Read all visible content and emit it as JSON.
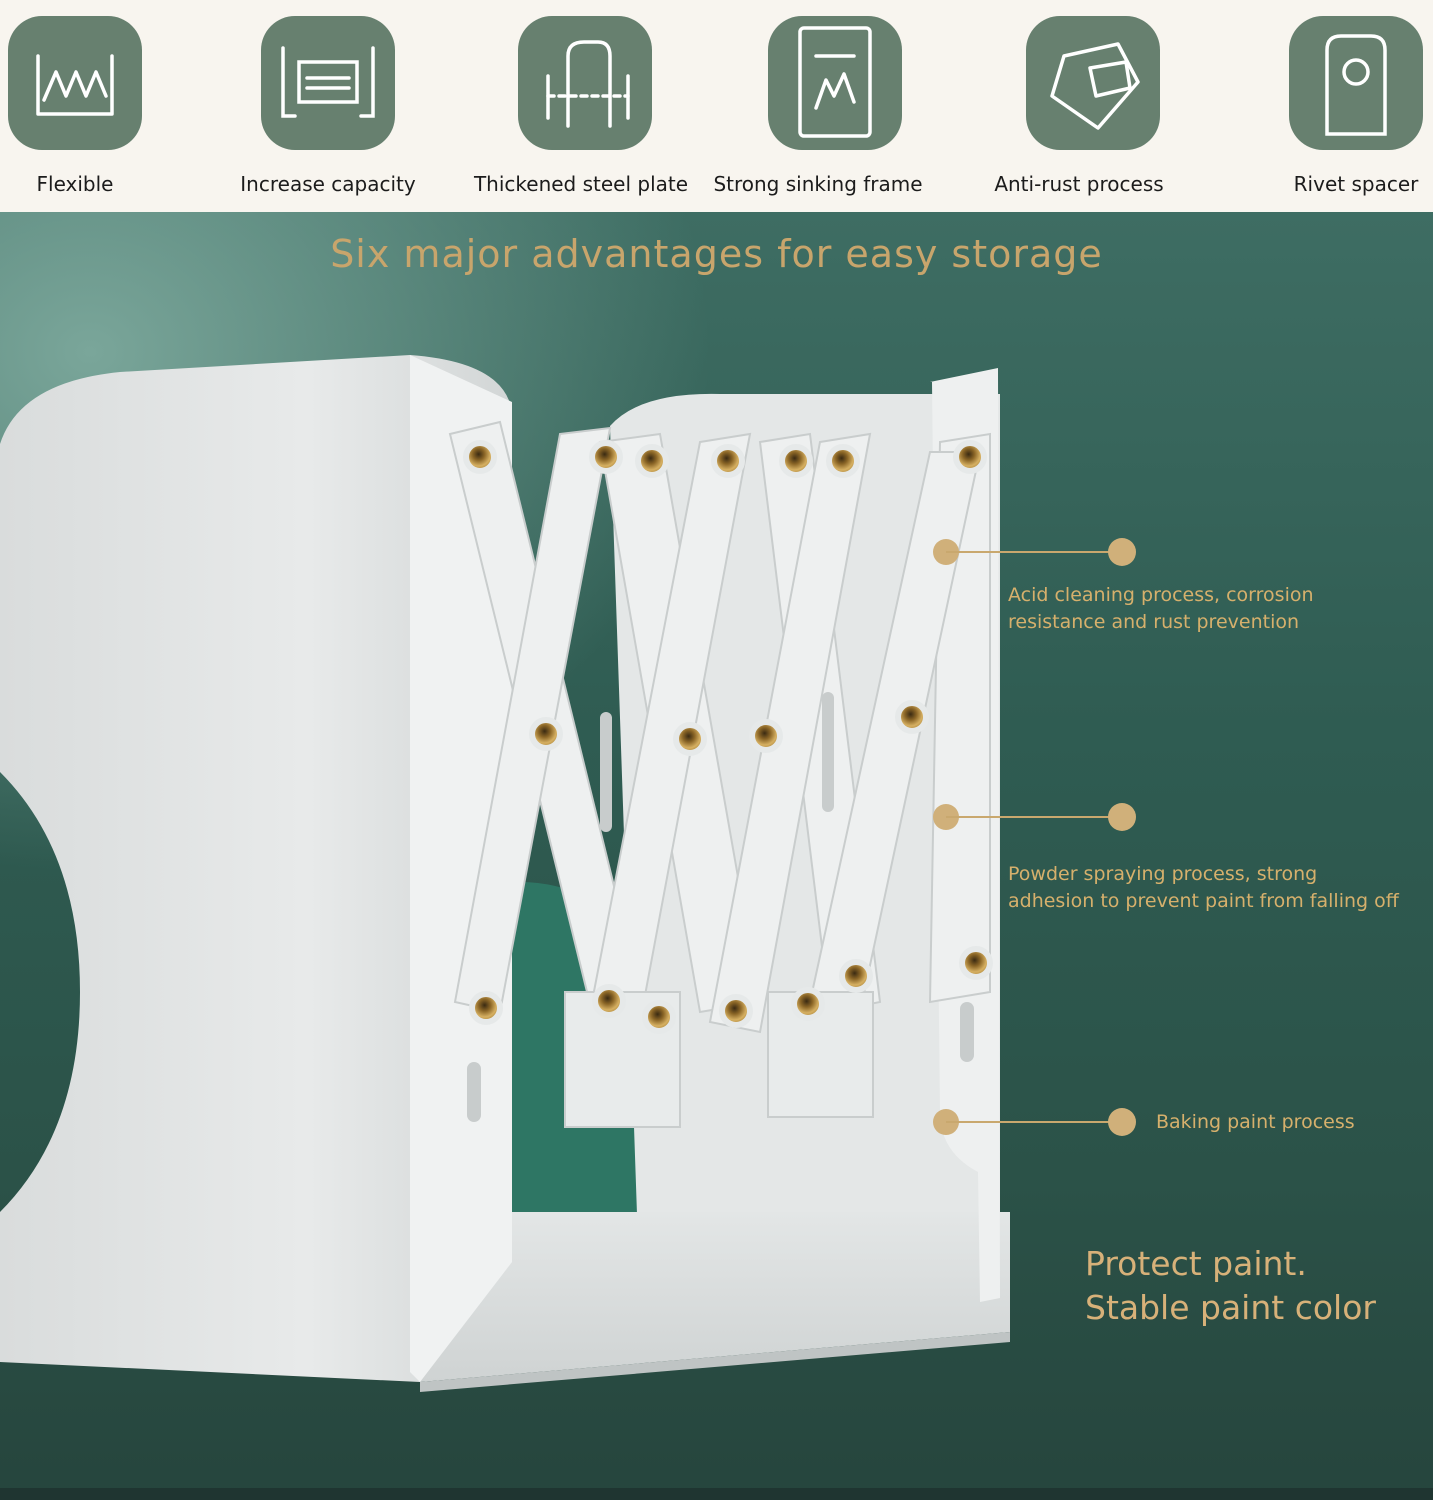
{
  "features": [
    {
      "icon": "flexible-zigzag-icon",
      "label": "Flexible"
    },
    {
      "icon": "capacity-lines-icon",
      "label": "Increase capacity"
    },
    {
      "icon": "steel-plate-icon",
      "label": "Thickened steel plate"
    },
    {
      "icon": "sinking-frame-icon",
      "label": "Strong sinking frame"
    },
    {
      "icon": "anti-rust-shield-icon",
      "label": "Anti-rust process"
    },
    {
      "icon": "rivet-spacer-icon",
      "label": "Rivet spacer"
    }
  ],
  "colors": {
    "tile": "#67806f",
    "gold": "#c8a56c",
    "hero_green": "#2f5c52"
  },
  "headline": "Six major advantages for easy storage",
  "callouts": [
    {
      "lines": [
        "Acid cleaning process, corrosion",
        "resistance and rust prevention"
      ]
    },
    {
      "lines": [
        "Powder spraying process, strong",
        "adhesion to prevent paint from falling off"
      ]
    },
    {
      "lines": [
        "Baking paint process"
      ]
    }
  ],
  "tagline": {
    "line1": "Protect paint.",
    "line2": "Stable paint color"
  }
}
